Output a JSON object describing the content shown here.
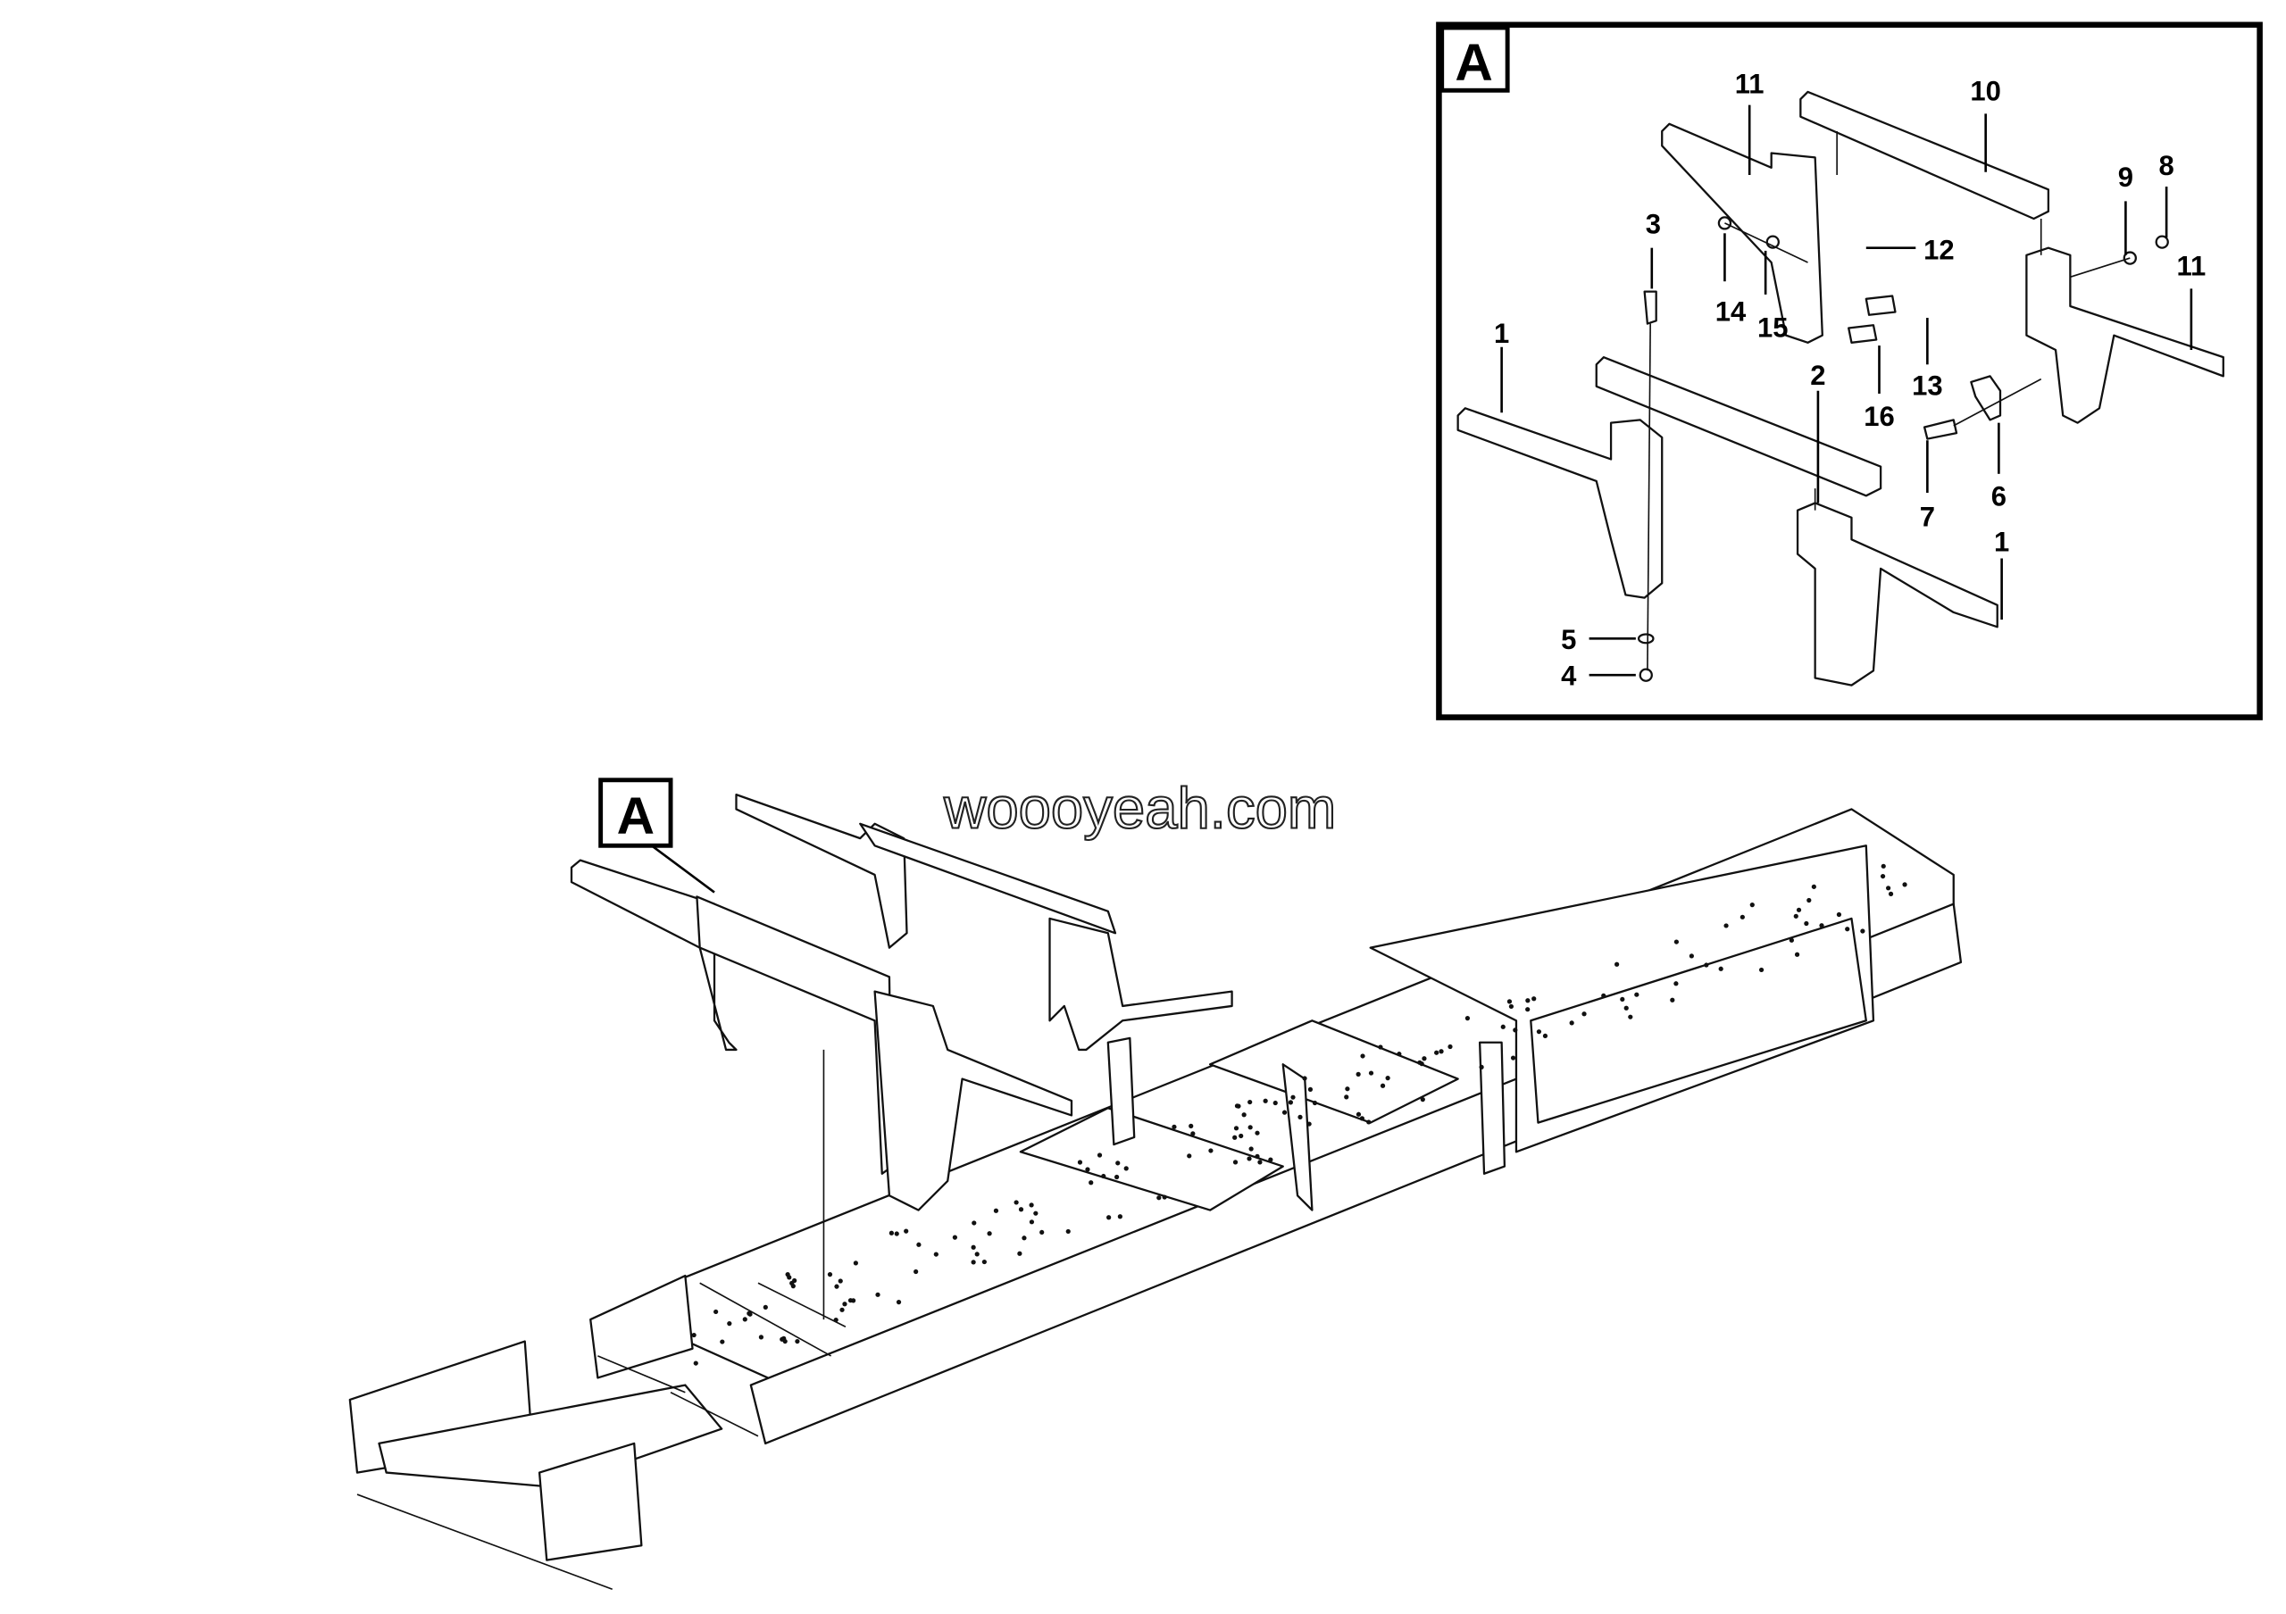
{
  "watermark": "woooyeah.com",
  "detail_label": "A",
  "main_view_label": "A",
  "callouts": [
    "11",
    "10",
    "9",
    "8",
    "3",
    "12",
    "11",
    "14",
    "15",
    "13",
    "1",
    "2",
    "16",
    "6",
    "7",
    "1",
    "5",
    "4"
  ]
}
